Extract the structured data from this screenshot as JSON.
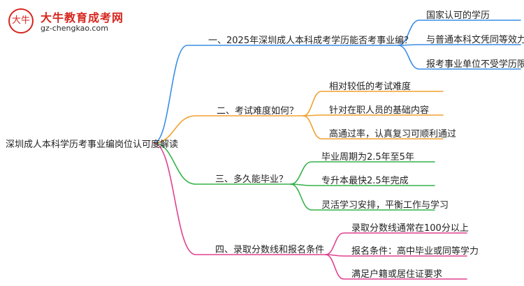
{
  "logo": {
    "badge": "大牛",
    "name": "大牛教育成考网",
    "url": "gz-chengkao.com"
  },
  "root": "深圳成人本科学历考事业编岗位认可度解读",
  "colors": {
    "branch1": "#3a8ee6",
    "branch2": "#f0a12e",
    "branch3": "#34b24a",
    "branch4": "#e0418e"
  },
  "branches": [
    {
      "label": "一、2025年深圳成人本科成考学历能否考事业编？",
      "leaves": [
        "国家认可的学历",
        "与普通本科文凭同等效力",
        "报考事业单位不受学历限制"
      ]
    },
    {
      "label": "二、考试难度如何？",
      "leaves": [
        "相对较低的考试难度",
        "针对在职人员的基础内容",
        "高通过率，认真复习可顺利通过"
      ]
    },
    {
      "label": "三、多久能毕业？",
      "leaves": [
        "毕业周期为2.5年至5年",
        "专升本最快2.5年完成",
        "灵活学习安排，平衡工作与学习"
      ]
    },
    {
      "label": "四、录取分数线和报名条件",
      "leaves": [
        "录取分数线通常在100分以上",
        "报名条件：高中毕业或同等学力",
        "满足户籍或居住证要求"
      ]
    }
  ]
}
